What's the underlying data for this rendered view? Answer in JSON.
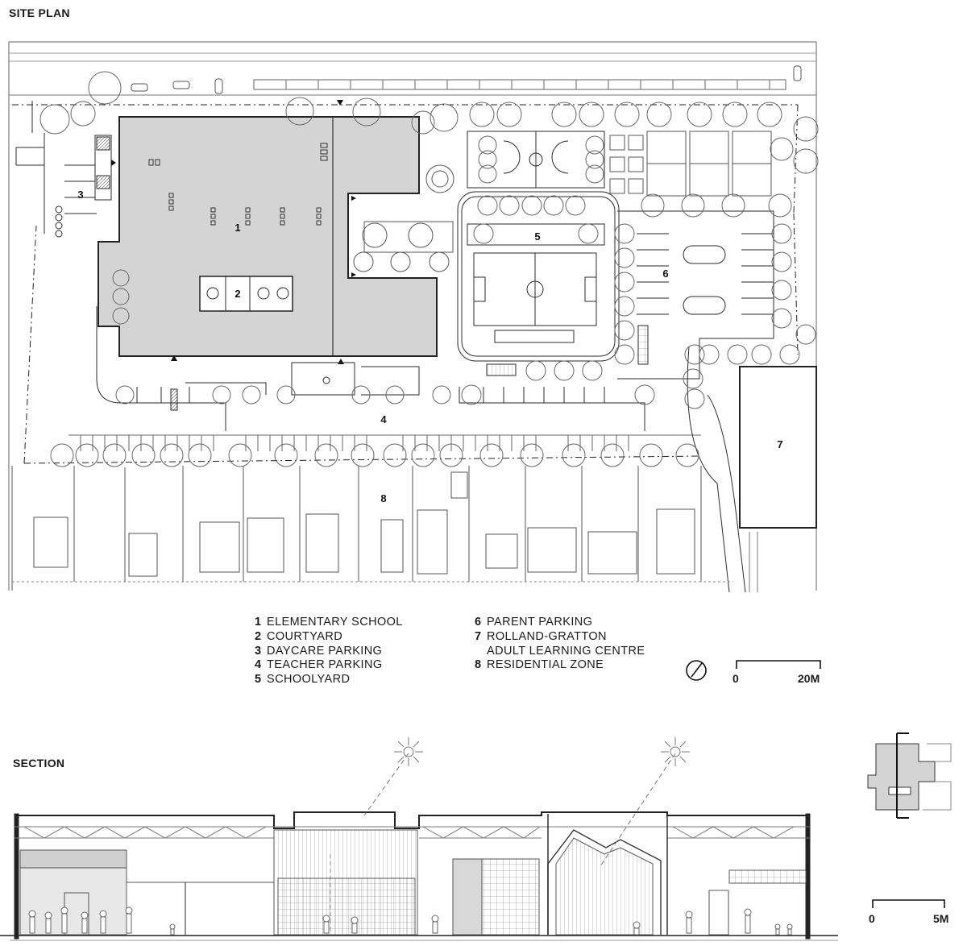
{
  "headings": {
    "site_plan": "SITE PLAN",
    "section": "SECTION"
  },
  "zone_numbers": [
    "1",
    "2",
    "3",
    "4",
    "5",
    "6",
    "7",
    "8"
  ],
  "legend_left": [
    {
      "num": "1",
      "text": "ELEMENTARY SCHOOL"
    },
    {
      "num": "2",
      "text": "COURTYARD"
    },
    {
      "num": "3",
      "text": "DAYCARE PARKING"
    },
    {
      "num": "4",
      "text": "TEACHER PARKING"
    },
    {
      "num": "5",
      "text": "SCHOOLYARD"
    }
  ],
  "legend_right": [
    {
      "num": "6",
      "text": "PARENT PARKING"
    },
    {
      "num": "7",
      "text": "ROLLAND-GRATTON"
    },
    {
      "num": "",
      "text": "ADULT LEARNING CENTRE"
    },
    {
      "num": "8",
      "text": "RESIDENTIAL ZONE"
    }
  ],
  "scale_site": {
    "start": "0",
    "end": "20M"
  },
  "scale_section": {
    "start": "0",
    "end": "5M"
  },
  "colors": {
    "building": "#d4d4d4",
    "line": "#2a2a2a",
    "light": "#9a9a9a"
  },
  "icons": [
    "north-arrow-icon",
    "sun-icon",
    "key-plan-icon"
  ]
}
